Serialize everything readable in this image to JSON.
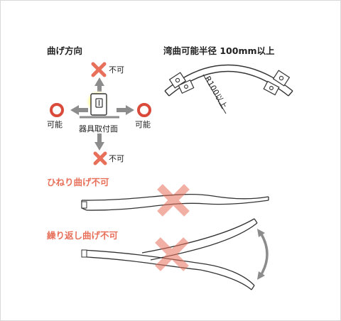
{
  "direction": {
    "title": "曲げ方向",
    "ng_label": "不可",
    "ok_label": "可能",
    "mount_surface": "器具取付面"
  },
  "radius": {
    "title": "湾曲可能半径 100mm以上",
    "radius_label": "R100以上"
  },
  "twist": {
    "title": "ひねり曲げ不可"
  },
  "repeat": {
    "title": "繰り返し曲げ不可"
  },
  "colors": {
    "ng_mark": "#e8705a",
    "ok_mark": "#d94a3a",
    "arrow": "#8c8c8c",
    "glow": "#ffee00"
  }
}
